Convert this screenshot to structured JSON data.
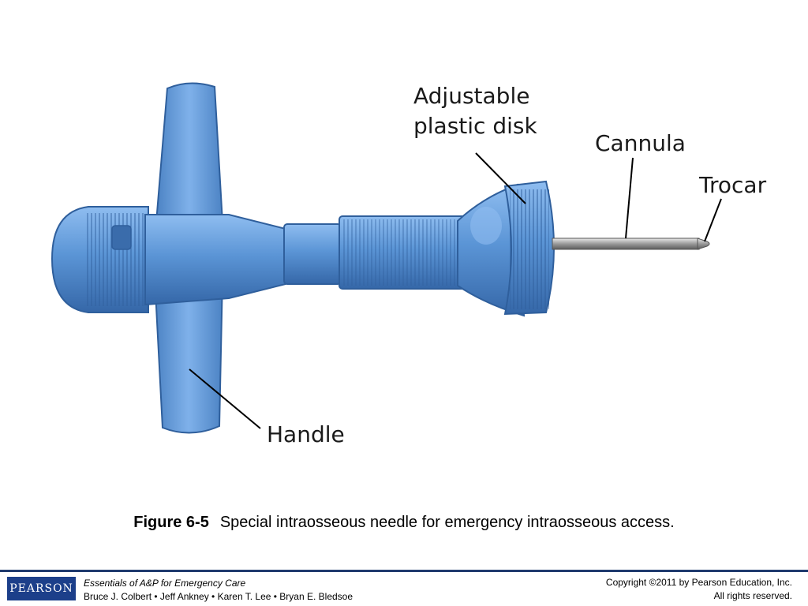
{
  "labels": {
    "disk_line1": "Adjustable",
    "disk_line2": "plastic disk",
    "cannula": "Cannula",
    "trocar": "Trocar",
    "handle": "Handle"
  },
  "caption": {
    "figure_number": "Figure 6-5",
    "text": "Special intraosseous needle for emergency intraosseous access."
  },
  "footer": {
    "logo_text": "PEARSON",
    "book_title": "Essentials of A&P for Emergency Care",
    "authors": "Bruce J. Colbert • Jeff Ankney • Karen T. Lee • Bryan E. Bledsoe",
    "copyright": "Copyright ©2011 by Pearson Education, Inc.",
    "rights": "All rights reserved."
  },
  "colors": {
    "device_blue": "#5b95d6",
    "device_dark": "#2f5f9c",
    "footer_blue": "#1c3f8a"
  }
}
